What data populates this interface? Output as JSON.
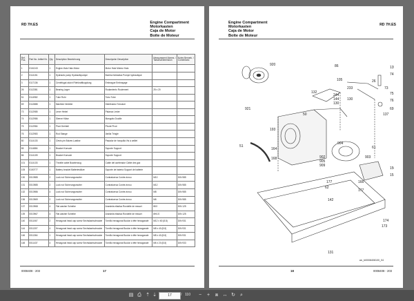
{
  "left_page": {
    "model": "RD 7H.ES",
    "title_lines": [
      "Engine Compartment",
      "Motorkasten",
      "Caja de Motor",
      "Boîte de Moteur"
    ],
    "footer_code": "0008408 - 203",
    "page_number": "17",
    "columns": [
      "Ref. Pos.",
      "Part No. Artikel Nr.",
      "Qty.",
      "Description Bezeichnung",
      "Descripción Description",
      "Measurement Abmes. / Tamaño/Dimension",
      "Notes Bemerk. / Comentario"
    ],
    "rows": [
      [
        "1",
        "0161243",
        "1",
        "Engine-Hatz Hatz-Motor",
        "Motor Hatz Moteur Hatz",
        "",
        ""
      ],
      [
        "2",
        "0114151",
        "1",
        "Hydraulic pump Hydraulikpumpe",
        "Bomba hidráulica Pompe hydraulique",
        "",
        ""
      ],
      [
        "3",
        "0117136",
        "1",
        "Centrifugal clutch Fliehkraftkupplung",
        "Embrague Embrayage",
        "",
        ""
      ],
      [
        "26",
        "0112381",
        "1",
        "Bearing Lager",
        "Rodamiento Roulement",
        "25 x 20",
        ""
      ],
      [
        "51",
        "0114982",
        "1",
        "Tube Rohr",
        "Tubo Tube",
        "",
        ""
      ],
      [
        "69",
        "0112888",
        "1",
        "Manifold Verteiler",
        "Distribuidor Tubulure",
        "",
        ""
      ],
      [
        "73",
        "0112985",
        "1",
        "Lever Hebel",
        "Palanca Levier",
        "",
        ""
      ],
      [
        "74",
        "0112986",
        "1",
        "Sleeve Hülse",
        "Manguito Douille",
        "",
        ""
      ],
      [
        "75",
        "0112984",
        "1",
        "Pivot Drehteil",
        "Pivote Pivot",
        "",
        ""
      ],
      [
        "76",
        "0112983",
        "1",
        "Rod Stange",
        "Varilla Tringle",
        "",
        ""
      ],
      [
        "80",
        "0114133",
        "1",
        "Clevis pin Bolzen-Lastlse",
        "Pasador de horquilla Vis à oeillet",
        "",
        ""
      ],
      [
        "85",
        "0114884",
        "1",
        "Bracket Konsole",
        "Soporte Support",
        "",
        ""
      ],
      [
        "86",
        "0114105",
        "1",
        "Bracket Konsole",
        "Soporte Support",
        "",
        ""
      ],
      [
        "101",
        "0114133",
        "1",
        "Throttle cable Bowdenzug",
        "Cable del acelerador Câble des gaz",
        "",
        ""
      ],
      [
        "105",
        "0150777",
        "1",
        "Battery bracket Batteriestütze",
        "Soporte de batería Support de batterie",
        "",
        ""
      ],
      [
        "130",
        "0010985",
        "2",
        "Lock nut Sicherungsmutter",
        "Contratuerca Contre-écrou",
        "M10",
        "DIN 985"
      ],
      [
        "131",
        "0010985",
        "2",
        "Lock nut Sicherungsmutter",
        "Contratuerca Contre-écrou",
        "M12",
        "DIN 985"
      ],
      [
        "132",
        "0010986",
        "4",
        "Lock nut Sicherungsmutter",
        "Contratuerca Contre-écrou",
        "M8",
        "DIN 985"
      ],
      [
        "136",
        "0010969",
        "2",
        "Lock nut Sicherungsmutter",
        "Contratuerca Contre-écrou",
        "M6",
        "DIN 985"
      ],
      [
        "137",
        "0010968",
        "4",
        "Flat washer Scheibe",
        "Arandela elástica Rondelle de ressort",
        "8KX",
        "DIN 125"
      ],
      [
        "139",
        "0010967",
        "4",
        "Flat washer Scheibe",
        "Arandela elástica Rondelle de ressort",
        "8H/LS",
        "DIN 125"
      ],
      [
        "140",
        "0011067",
        "2",
        "Hexagonal head cap screw Sechskantschraube",
        "Tornillo hexagonal Boulon à tête hexagonale",
        "M12 x 60 (8.8)",
        "DIN 931"
      ],
      [
        "144",
        "0011307",
        "4",
        "Hexagonal head cap screw Sechskantschraube",
        "Tornillo hexagonal Boulon à tête hexagonale",
        "M8 x 40 (8.8)",
        "DIN 931"
      ],
      [
        "146",
        "0011364",
        "1",
        "Hexagonal head cap screw Sechskantschraube",
        "Tornillo hexagonal Boulon à tête hexagonale",
        "M8 x 40 (8.8)",
        "DIN 931"
      ],
      [
        "148",
        "0011437",
        "4",
        "Hexagonal head cap screw Sechskantschraube",
        "Tornillo hexagonal Boulon à tête hexagonale",
        "M6 x 20 (8.8)",
        "DIN 933"
      ]
    ]
  },
  "right_page": {
    "title_lines": [
      "Engine Compartment",
      "Motorkasten",
      "Caja de Motor",
      "Boîte de Moteur"
    ],
    "model": "RD 7H.ES",
    "footer_code": "0008408 - 203",
    "page_number": "18",
    "diagram_caption": "wc_bi0008408100_04",
    "callouts": [
      "920",
      "105",
      "132",
      "233",
      "244",
      "144",
      "130",
      "130",
      "135",
      "74",
      "26",
      "73",
      "75",
      "76",
      "69",
      "137",
      "50",
      "193",
      "51",
      "164",
      "168",
      "904",
      "902",
      "905",
      "909",
      "61",
      "903",
      "156",
      "151",
      "166",
      "177",
      "62",
      "177",
      "142",
      "174",
      "173",
      "131",
      "921",
      "86"
    ]
  },
  "viewer": {
    "current_page": "17",
    "total_pages": "110",
    "separator": "/"
  },
  "icons": [
    "save-icon",
    "print-icon",
    "zoom-in-icon",
    "zoom-out-icon",
    "page-up-icon",
    "page-down-icon",
    "fit-page-icon",
    "fit-width-icon",
    "rotate-icon",
    "search-icon"
  ]
}
